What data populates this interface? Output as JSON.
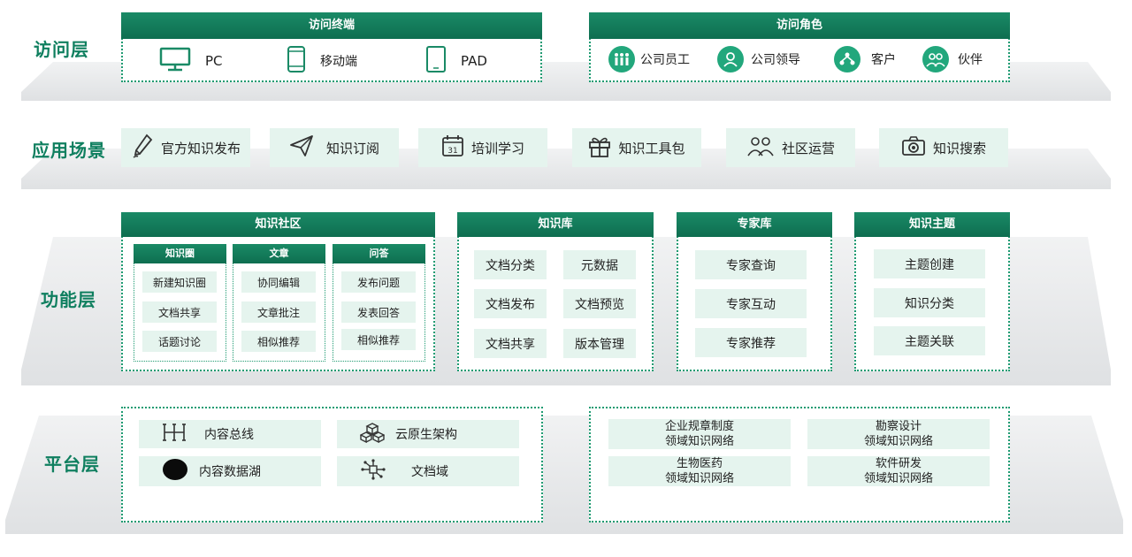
{
  "layers": {
    "access": "访问层",
    "application": "应用场景",
    "function": "功能层",
    "platform": "平台层"
  },
  "access": {
    "terminals": {
      "title": "访问终端",
      "items": [
        {
          "label": "PC",
          "icon": "monitor-icon"
        },
        {
          "label": "移动端",
          "icon": "phone-icon"
        },
        {
          "label": "PAD",
          "icon": "tablet-icon"
        }
      ]
    },
    "roles": {
      "title": "访问角色",
      "items": [
        {
          "label": "公司员工",
          "icon": "group-icon"
        },
        {
          "label": "公司领导",
          "icon": "person-icon"
        },
        {
          "label": "客户",
          "icon": "network-icon"
        },
        {
          "label": "伙伴",
          "icon": "partners-icon"
        }
      ]
    }
  },
  "scenes": [
    {
      "label": "官方知识发布",
      "icon": "pen-icon"
    },
    {
      "label": "知识订阅",
      "icon": "paper-plane-icon"
    },
    {
      "label": "培训学习",
      "icon": "calendar-icon"
    },
    {
      "label": "知识工具包",
      "icon": "gift-icon"
    },
    {
      "label": "社区运营",
      "icon": "people-icon"
    },
    {
      "label": "知识搜索",
      "icon": "camera-icon"
    }
  ],
  "functions": {
    "community": {
      "title": "知识社区",
      "columns": [
        {
          "title": "知识圈",
          "items": [
            "新建知识圈",
            "文档共享",
            "话题讨论"
          ]
        },
        {
          "title": "文章",
          "items": [
            "协同编辑",
            "文章批注",
            "相似推荐"
          ]
        },
        {
          "title": "问答",
          "items": [
            "发布问题",
            "发表回答",
            "相似推荐"
          ]
        }
      ]
    },
    "library": {
      "title": "知识库",
      "items": [
        "文档分类",
        "元数据",
        "文档发布",
        "文档预览",
        "文档共享",
        "版本管理"
      ]
    },
    "experts": {
      "title": "专家库",
      "items": [
        "专家查询",
        "专家互动",
        "专家推荐"
      ]
    },
    "topics": {
      "title": "知识主题",
      "items": [
        "主题创建",
        "知识分类",
        "主题关联"
      ]
    }
  },
  "platform": {
    "left": [
      {
        "label": "内容总线",
        "icon": "bus-icon"
      },
      {
        "label": "云原生架构",
        "icon": "cubes-icon"
      },
      {
        "label": "内容数据湖",
        "icon": "lake-icon"
      },
      {
        "label": "文档域",
        "icon": "domain-icon"
      }
    ],
    "right": [
      {
        "line1": "企业规章制度",
        "line2": "领域知识网络"
      },
      {
        "line1": "勘察设计",
        "line2": "领域知识网络"
      },
      {
        "line1": "生物医药",
        "line2": "领域知识网络"
      },
      {
        "line1": "软件研发",
        "line2": "领域知识网络"
      }
    ]
  },
  "colors": {
    "brand": "#0f7f5f",
    "header": "#1a8a66",
    "cell": "#e5f4ee",
    "layer": "#eceeef"
  }
}
